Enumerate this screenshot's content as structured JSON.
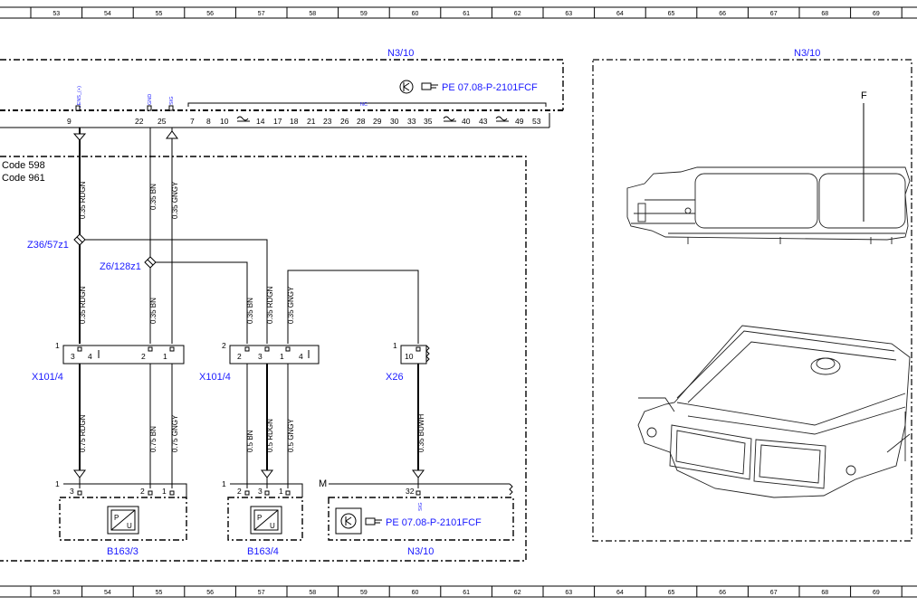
{
  "ruler": {
    "numbers": [
      "53",
      "54",
      "55",
      "56",
      "57",
      "58",
      "59",
      "60",
      "61",
      "62",
      "63",
      "64",
      "65",
      "66",
      "67",
      "68",
      "69"
    ]
  },
  "top_module": {
    "label": "N3/10",
    "pin_labels": {
      "sens": "SENS_(+)",
      "gnd": "GND",
      "sig": "SIG",
      "nc": "NC"
    },
    "pins": [
      "9",
      "22",
      "25",
      "7",
      "8",
      "10",
      "14",
      "17",
      "18",
      "21",
      "23",
      "26",
      "28",
      "29",
      "30",
      "33",
      "35",
      "40",
      "43",
      "49",
      "53"
    ],
    "reference": "PE 07.08-P-2101FCF"
  },
  "codes": [
    "Code 598",
    "Code 961"
  ],
  "wires": {
    "w1": "0.35 RDGN",
    "w2": "0.35 BN",
    "w3": "0.35 GNGY",
    "w4": "0.35 RDGN",
    "w5": "0.35 BN",
    "w6": "0.35 BN",
    "w7": "0.35 RDGN",
    "w8": "0.35 GNGY",
    "w9": "0.75 RDGN",
    "w10": "0.75 BN",
    "w11": "0.75 GNGY",
    "w12": "0.5 BN",
    "w13": "0.5 RDGN",
    "w14": "0.5 GNGY",
    "w15": "0.35 BUWH"
  },
  "splices": {
    "s1": "Z36/57z1",
    "s2": "Z6/128z1"
  },
  "connectors": {
    "c1": {
      "num": "1",
      "name": "X101/4",
      "pins": [
        "3",
        "4",
        "2",
        "1"
      ]
    },
    "c2": {
      "num": "2",
      "name": "X101/4",
      "pins": [
        "2",
        "3",
        "1",
        "4"
      ]
    },
    "c3": {
      "num": "1",
      "name": "X26",
      "pins": [
        "10"
      ]
    }
  },
  "components": {
    "b1": {
      "num": "1",
      "name": "B163/3",
      "pins": [
        "3",
        "2",
        "1"
      ]
    },
    "b2": {
      "num": "1",
      "name": "B163/4",
      "pins": [
        "2",
        "3",
        "1"
      ]
    },
    "n3": {
      "num": "M",
      "name": "N3/10",
      "pin": "32",
      "pin_label": "SIG",
      "reference": "PE 07.08-P-2101FCF"
    }
  },
  "sensor_symbol": {
    "p": "P",
    "u": "U"
  },
  "detail": {
    "label": "N3/10",
    "callout": "F"
  },
  "icons": [
    "transistor-icon",
    "reference-hand-icon",
    "pressure-sensor-icon",
    "ground-arrow-icon",
    "ecu-illustration-icon"
  ]
}
